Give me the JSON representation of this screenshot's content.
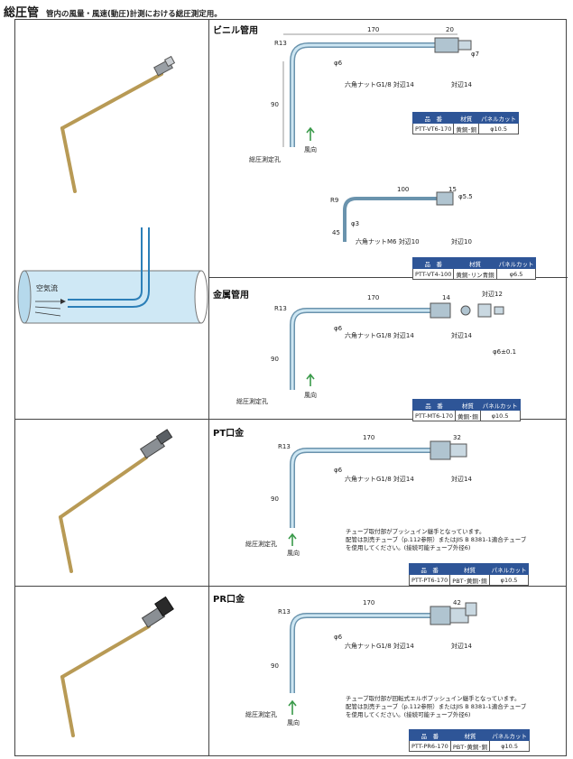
{
  "header": {
    "title": "総圧管",
    "subtitle": "管内の風量・風速(動圧)計測における総圧測定用。"
  },
  "diagram": {
    "air_flow_label": "空気流"
  },
  "colors": {
    "tube": "#a8cde0",
    "tube_edge": "#6a93ad",
    "brass": "#b89a55",
    "table_head": "#2e5597",
    "arrow": "#3a9a4a"
  },
  "sections": [
    {
      "name": "ビニル管用",
      "drawings": [
        {
          "dims": {
            "len": "170",
            "h": "90",
            "r": "R13",
            "d": "φ6",
            "d2": "φ7",
            "n": "20"
          },
          "labels": {
            "nut": "六角ナットG1/8 対辺14",
            "across": "対辺14",
            "point": "総圧測定孔",
            "wind": "風向"
          }
        },
        {
          "dims": {
            "len": "100",
            "h": "45",
            "r": "R9",
            "d": "φ3",
            "d2": "φ5.5",
            "n": "15"
          },
          "labels": {
            "nut": "六角ナットM6 対辺10",
            "across": "対辺10"
          }
        }
      ],
      "tables": [
        {
          "head": [
            "品　番",
            "材質",
            "パネルカット"
          ],
          "row": [
            "PTT-VT6-170",
            "黄銅･銅",
            "φ10.5"
          ]
        },
        {
          "head": [
            "品　番",
            "材質",
            "パネルカット"
          ],
          "row": [
            "PTT-VT4-100",
            "黄銅･リン青銅",
            "φ6.5"
          ]
        }
      ]
    },
    {
      "name": "金属管用",
      "drawings": [
        {
          "dims": {
            "len": "170",
            "h": "90",
            "r": "R13",
            "d": "φ6",
            "n": "14",
            "d3": "φ6±0.1"
          },
          "labels": {
            "nut": "六角ナットG1/8 対辺14",
            "across": "対辺14",
            "across2": "対辺12",
            "point": "総圧測定孔",
            "wind": "風向"
          }
        }
      ],
      "tables": [
        {
          "head": [
            "品　番",
            "材質",
            "パネルカット"
          ],
          "row": [
            "PTT-MT6-170",
            "黄銅･銅",
            "φ10.5"
          ]
        }
      ]
    },
    {
      "name": "PT口金",
      "drawings": [
        {
          "dims": {
            "len": "170",
            "h": "90",
            "r": "R13",
            "d": "φ6",
            "n": "32"
          },
          "labels": {
            "nut": "六角ナットG1/8 対辺14",
            "across": "対辺14",
            "point": "総圧測定孔",
            "wind": "風向"
          }
        }
      ],
      "note": [
        "チューブ取付部がプッシュイン継手となっています。",
        "配管は別売チューブ（p.112参照）またはJIS B 8381-1適合チューブ",
        "を使用してください。(接続可能チューブ外径6)"
      ],
      "tables": [
        {
          "head": [
            "品　番",
            "材質",
            "パネルカット"
          ],
          "row": [
            "PTT-PT6-170",
            "PBT･黄銅･銅",
            "φ10.5"
          ]
        }
      ]
    },
    {
      "name": "PR口金",
      "drawings": [
        {
          "dims": {
            "len": "170",
            "h": "90",
            "r": "R13",
            "d": "φ6",
            "n": "42"
          },
          "labels": {
            "nut": "六角ナットG1/8 対辺14",
            "across": "対辺14",
            "point": "総圧測定孔",
            "wind": "風向"
          }
        }
      ],
      "note": [
        "チューブ取付部が回転式エルボプッシュイン継手となっています。",
        "配管は別売チューブ（p.112参照）またはJIS B 8381-1適合チューブ",
        "を使用してください。(接続可能チューブ外径6)"
      ],
      "tables": [
        {
          "head": [
            "品　番",
            "材質",
            "パネルカット"
          ],
          "row": [
            "PTT-PR6-170",
            "PBT･黄銅･銅",
            "φ10.5"
          ]
        }
      ]
    }
  ]
}
